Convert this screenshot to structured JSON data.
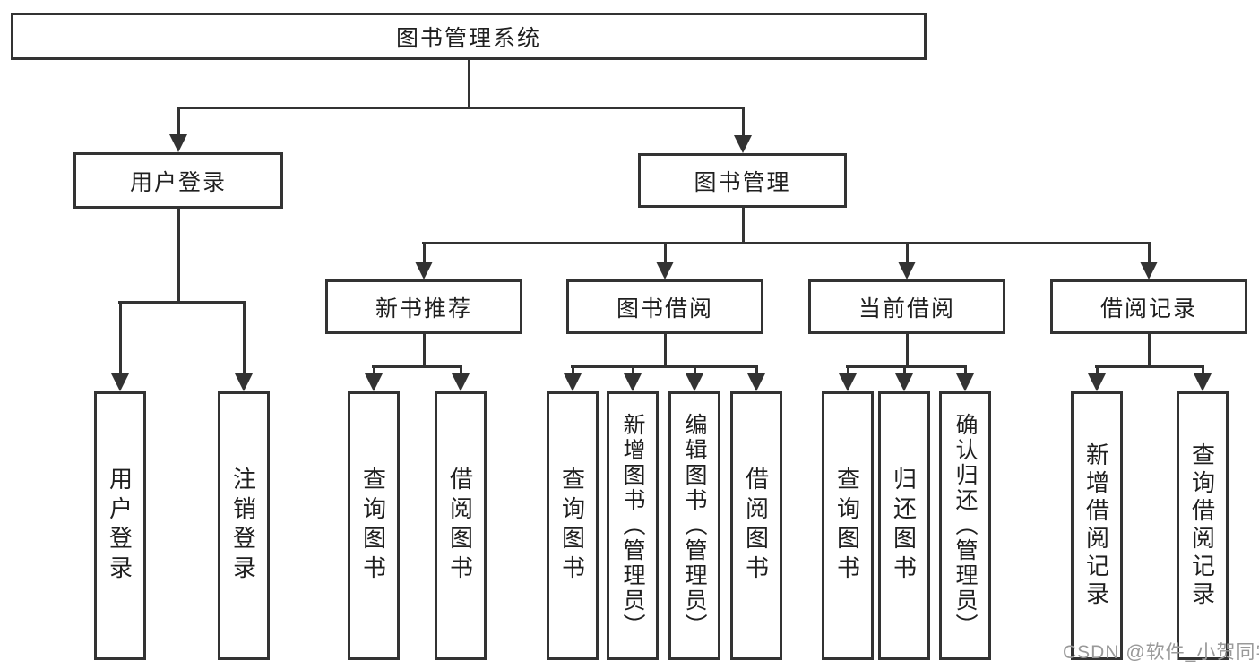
{
  "tree": {
    "root": "图书管理系统",
    "user_login": {
      "label": "用户登录",
      "leaves": [
        "用户登录",
        "注销登录"
      ]
    },
    "book_management": {
      "label": "图书管理",
      "groups": [
        {
          "label": "新书推荐",
          "leaves": [
            "查询图书",
            "借阅图书"
          ]
        },
        {
          "label": "图书借阅",
          "leaves": [
            "查询图书",
            "新增图书（管理员）",
            "编辑图书（管理员）",
            "借阅图书"
          ]
        },
        {
          "label": "当前借阅",
          "leaves": [
            "查询图书",
            "归还图书",
            "确认归还（管理员）"
          ]
        },
        {
          "label": "借阅记录",
          "leaves": [
            "新增借阅记录",
            "查询借阅记录"
          ]
        }
      ]
    }
  },
  "watermark": {
    "text": "CSDN @软件_小贺同学"
  },
  "colors": {
    "line": "#333333",
    "text": "#1f1f1f",
    "watermark": "#999999",
    "background": "#ffffff"
  }
}
